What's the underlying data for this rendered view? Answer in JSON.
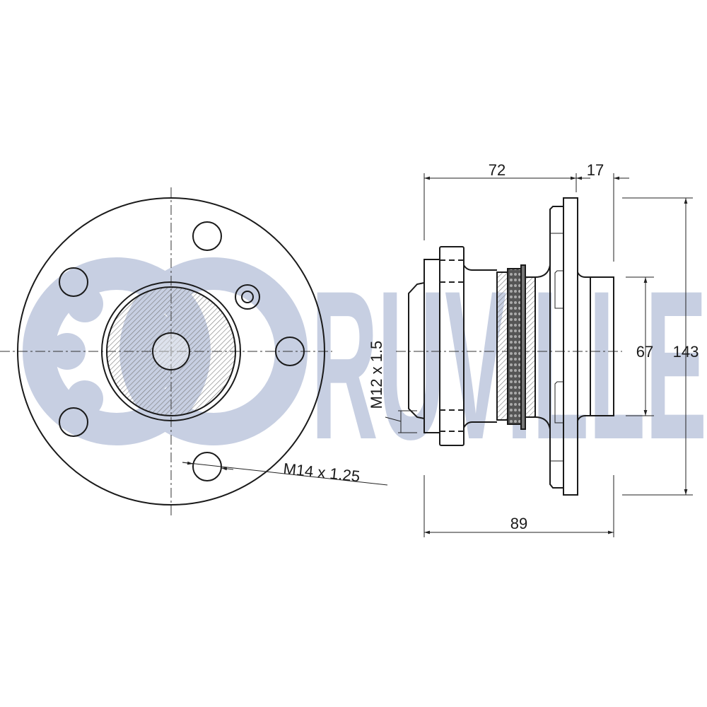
{
  "watermark": {
    "brand": "RUVILLE",
    "color": "#c7cfe2"
  },
  "dimensions": {
    "width_inner": "72",
    "width_flange": "17",
    "width_total": "89",
    "pilot_diameter": "67",
    "flange_diameter": "143",
    "inner_thread": "M12 x 1.5",
    "bolt_thread": "M14 x 1.25"
  },
  "colors": {
    "line": "#1a1a1a",
    "watermark": "#c7cfe2"
  }
}
